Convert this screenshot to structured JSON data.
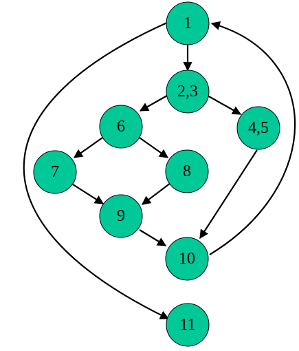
{
  "graph": {
    "node_fill": "#00c896",
    "edge_color": "#000000",
    "nodes": [
      {
        "id": "n1",
        "label": "1"
      },
      {
        "id": "n23",
        "label": "2,3"
      },
      {
        "id": "n6",
        "label": "6"
      },
      {
        "id": "n45",
        "label": "4,5"
      },
      {
        "id": "n7",
        "label": "7"
      },
      {
        "id": "n8",
        "label": "8"
      },
      {
        "id": "n9",
        "label": "9"
      },
      {
        "id": "n10",
        "label": "10"
      },
      {
        "id": "n11",
        "label": "11"
      }
    ],
    "edges": [
      {
        "from": "1",
        "to": "2,3"
      },
      {
        "from": "2,3",
        "to": "6"
      },
      {
        "from": "2,3",
        "to": "4,5"
      },
      {
        "from": "6",
        "to": "7"
      },
      {
        "from": "6",
        "to": "8"
      },
      {
        "from": "7",
        "to": "9"
      },
      {
        "from": "8",
        "to": "9"
      },
      {
        "from": "9",
        "to": "10"
      },
      {
        "from": "4,5",
        "to": "10"
      },
      {
        "from": "10",
        "to": "1"
      },
      {
        "from": "1",
        "to": "11"
      }
    ]
  }
}
